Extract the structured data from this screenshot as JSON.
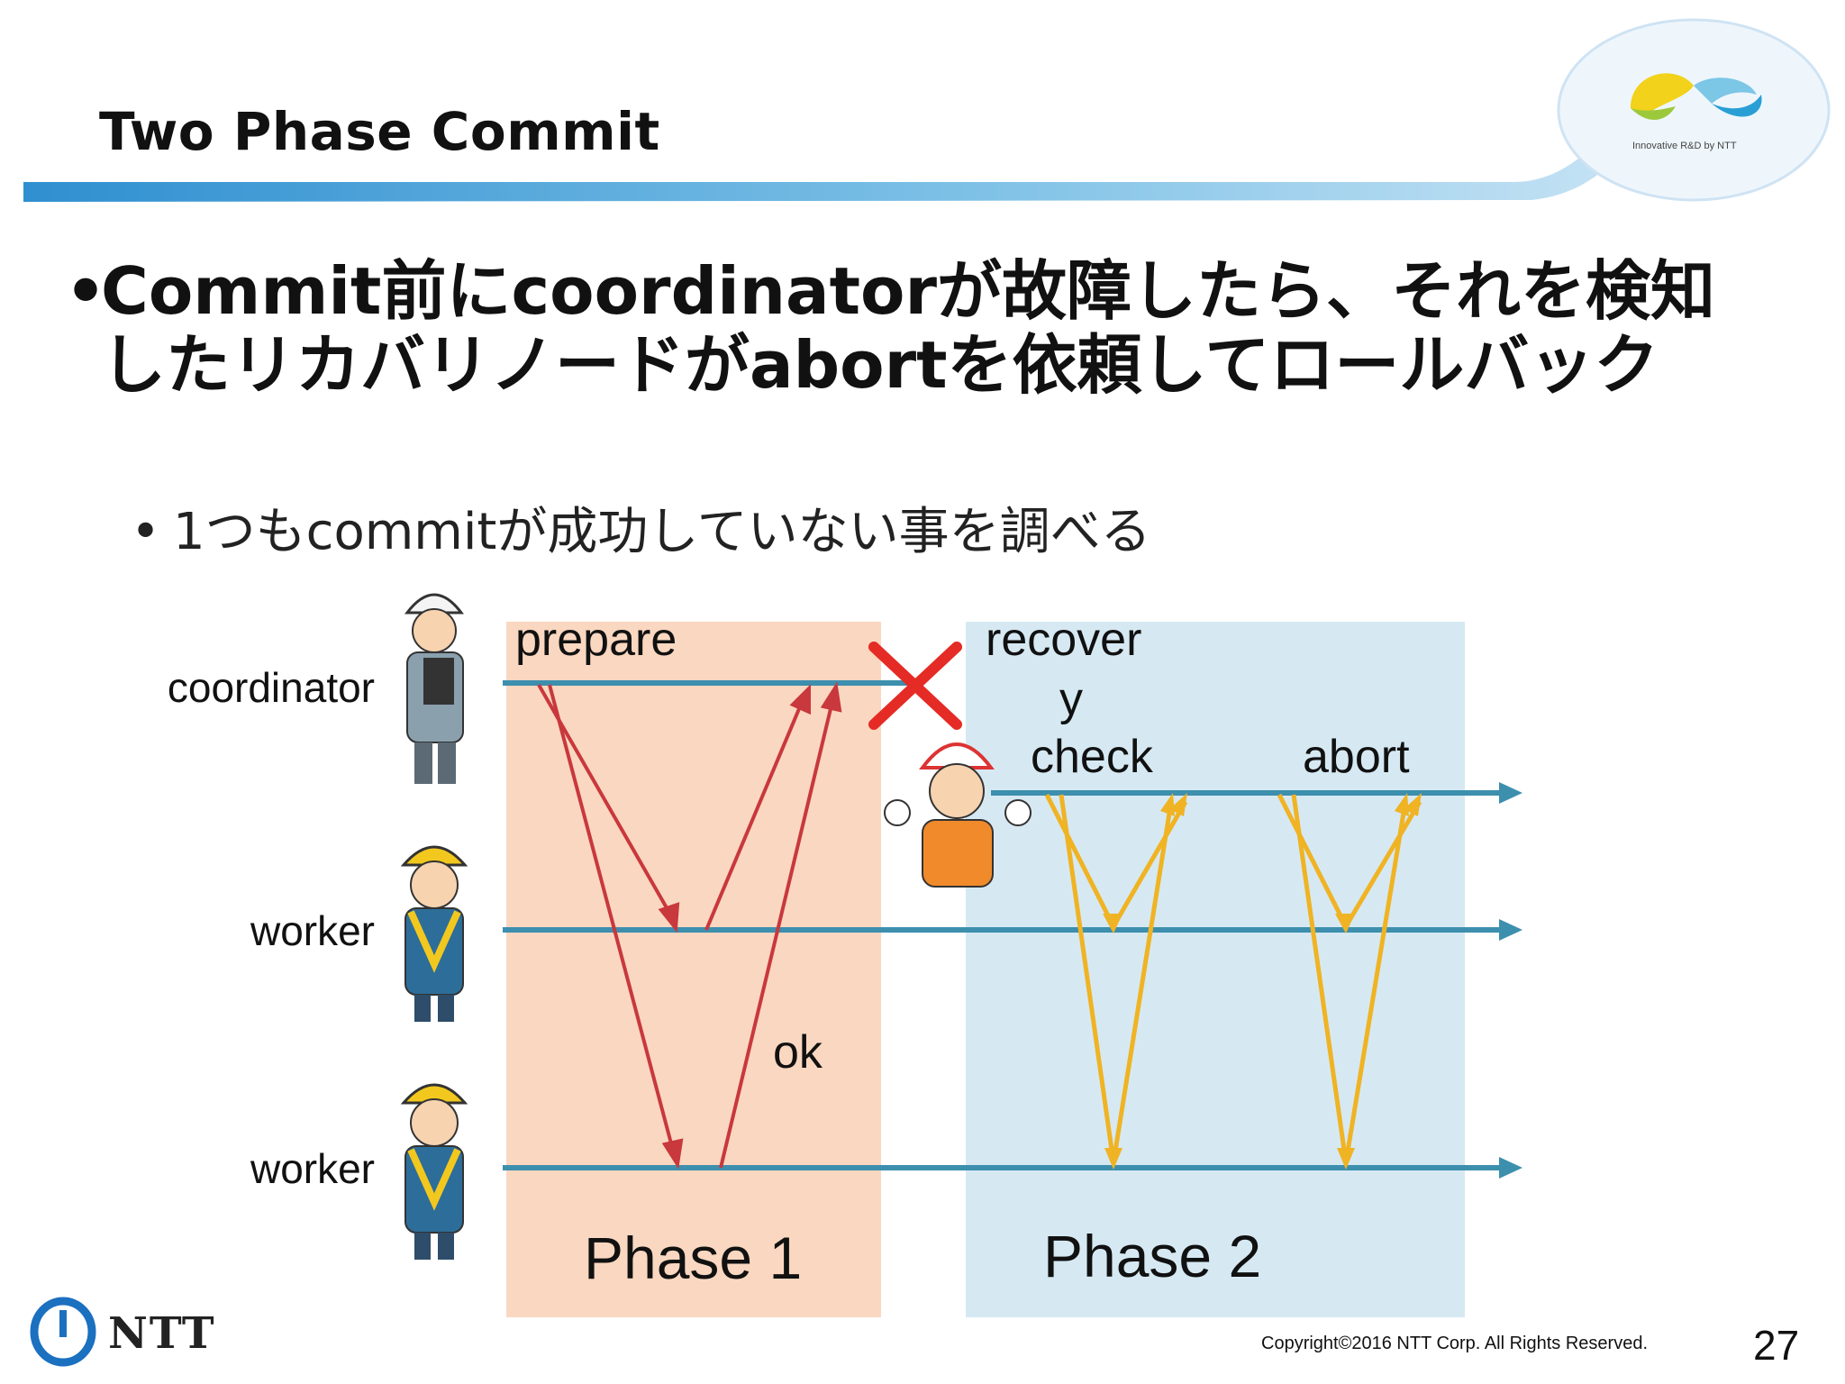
{
  "slide": {
    "title": "Two Phase Commit",
    "bullet_dot": "•",
    "bullet1": "Commit前にcoordinatorが故障したら、それを検知したリカバリノードがabortを依頼してロールバック",
    "bullet2": "1つもcommitが成功していない事を調べる",
    "copyright": "Copyright©2016 NTT Corp. All Rights Reserved.",
    "page_number": "27",
    "logo_text": "NTT",
    "logo_caption": "Innovative R&D by NTT"
  },
  "diagram": {
    "actors": {
      "coordinator": "coordinator",
      "worker1": "worker",
      "worker2": "worker"
    },
    "messages": {
      "prepare": "prepare",
      "ok": "ok",
      "recovery_check_line1": "recover",
      "recovery_check_line2": "y",
      "recovery_check_line3": "check",
      "abort": "abort"
    },
    "phases": {
      "phase1": "Phase 1",
      "phase2": "Phase 2"
    },
    "failure_marker": "×",
    "colors": {
      "phase1_bg": "#fad7c0",
      "phase2_bg": "#d6e9f3",
      "timeline": "#3d8fae",
      "phase1_arrows": "#c8383c",
      "phase2_arrows": "#f0b323",
      "failure_x": "#e52b25",
      "header_band": "#3b9bd3"
    }
  }
}
